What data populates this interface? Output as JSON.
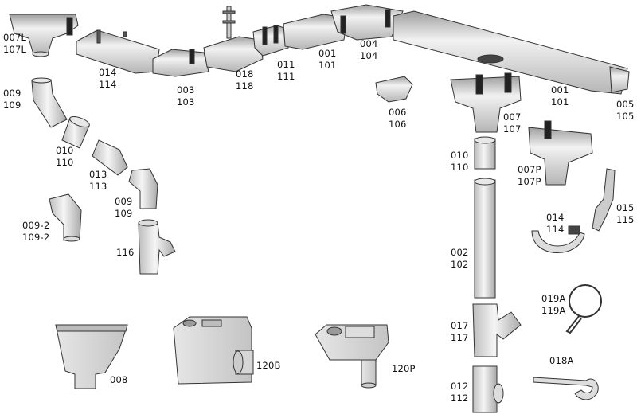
{
  "labels": [
    {
      "id": "007L",
      "code": "007L",
      "alt": "107L"
    },
    {
      "id": "014a",
      "code": "014",
      "alt": "114"
    },
    {
      "id": "003",
      "code": "003",
      "alt": "103"
    },
    {
      "id": "018",
      "code": "018",
      "alt": "118"
    },
    {
      "id": "011",
      "code": "011",
      "alt": "111"
    },
    {
      "id": "001a",
      "code": "001",
      "alt": "101"
    },
    {
      "id": "004",
      "code": "004",
      "alt": "104"
    },
    {
      "id": "001b",
      "code": "001",
      "alt": "101"
    },
    {
      "id": "005",
      "code": "005",
      "alt": "105"
    },
    {
      "id": "009a",
      "code": "009",
      "alt": "109"
    },
    {
      "id": "010a",
      "code": "010",
      "alt": "110"
    },
    {
      "id": "013",
      "code": "013",
      "alt": "113"
    },
    {
      "id": "009b",
      "code": "009",
      "alt": "109"
    },
    {
      "id": "009-2",
      "code": "009-2",
      "alt": "109-2"
    },
    {
      "id": "116",
      "code": "116",
      "alt": ""
    },
    {
      "id": "006",
      "code": "006",
      "alt": "106"
    },
    {
      "id": "007",
      "code": "007",
      "alt": "107"
    },
    {
      "id": "010b",
      "code": "010",
      "alt": "110"
    },
    {
      "id": "007P",
      "code": "007P",
      "alt": "107P"
    },
    {
      "id": "015",
      "code": "015",
      "alt": "115"
    },
    {
      "id": "014b",
      "code": "014",
      "alt": "114"
    },
    {
      "id": "002",
      "code": "002",
      "alt": "102"
    },
    {
      "id": "019A",
      "code": "019A",
      "alt": "119A"
    },
    {
      "id": "017",
      "code": "017",
      "alt": "117"
    },
    {
      "id": "018A",
      "code": "018A",
      "alt": ""
    },
    {
      "id": "012",
      "code": "012",
      "alt": "112"
    },
    {
      "id": "008",
      "code": "008",
      "alt": ""
    },
    {
      "id": "120B",
      "code": "120B",
      "alt": ""
    },
    {
      "id": "120P",
      "code": "120P",
      "alt": ""
    }
  ]
}
